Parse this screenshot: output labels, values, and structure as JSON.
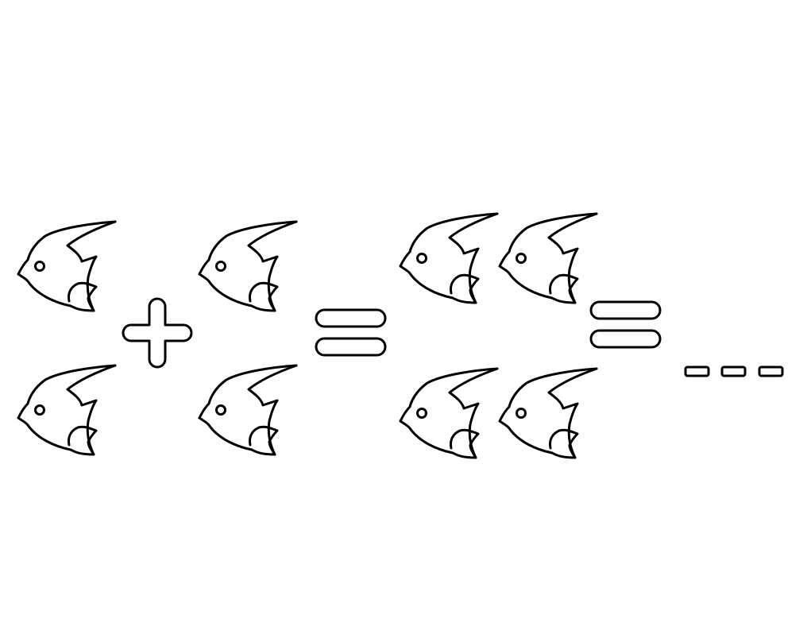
{
  "equation": {
    "group_a": {
      "fish_count": 2,
      "icon": "angelfish-icon"
    },
    "operator_1": {
      "symbol": "+",
      "icon": "plus-icon"
    },
    "group_b": {
      "fish_count": 2,
      "icon": "angelfish-icon"
    },
    "operator_2": {
      "symbol": "=",
      "icon": "equals-icon"
    },
    "group_c": {
      "fish_count": 4,
      "icon": "angelfish-icon"
    },
    "operator_3": {
      "symbol": "=",
      "icon": "equals-icon"
    },
    "answer": {
      "blank_count": 3,
      "icon": "blank-dash-icon"
    }
  },
  "colors": {
    "stroke": "#000000",
    "fill": "#ffffff",
    "background": "#ffffff"
  }
}
